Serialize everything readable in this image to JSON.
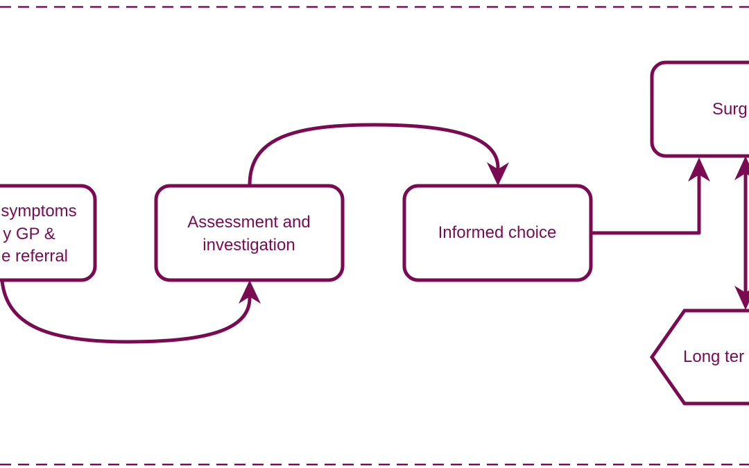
{
  "colors": {
    "accent": "#7a0a52",
    "background": "#ffffff"
  },
  "nodes": {
    "symptoms": {
      "line1": "symptoms",
      "line2": "y GP &",
      "line3": "e referral"
    },
    "assessment": {
      "line1": "Assessment and",
      "line2": "investigation"
    },
    "informed": {
      "line1": "Informed choice"
    },
    "surgery": {
      "line1": "Surg"
    },
    "longterm": {
      "line1": "Long ter"
    }
  }
}
